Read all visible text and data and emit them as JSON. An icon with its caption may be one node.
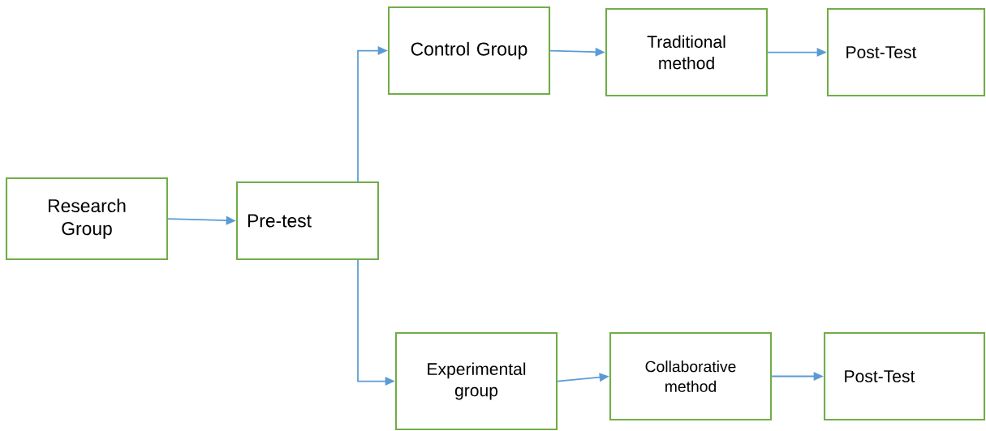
{
  "diagram": {
    "nodes": [
      {
        "text": [
          "Research Group"
        ]
      },
      {
        "text": [
          "Pre-test"
        ]
      },
      {
        "text": [
          "Control Group"
        ]
      },
      {
        "text": [
          "Traditional method"
        ]
      },
      {
        "text": [
          "Post-Test"
        ]
      },
      {
        "text": [
          "Experimental group"
        ]
      },
      {
        "text": [
          "Collaborative method"
        ]
      },
      {
        "text": [
          "Post-Test"
        ]
      }
    ],
    "edges": [
      {
        "from": 0,
        "to": 1,
        "arrow": "to"
      },
      {
        "from": 1,
        "to": 2,
        "arrow": "to"
      },
      {
        "from": 1,
        "to": 5,
        "arrow": "to"
      },
      {
        "from": 2,
        "to": 3,
        "arrow": "to"
      },
      {
        "from": 3,
        "to": 4,
        "arrow": "to"
      },
      {
        "from": 5,
        "to": 6,
        "arrow": "to"
      },
      {
        "from": 6,
        "to": 7,
        "arrow": "to"
      }
    ]
  }
}
